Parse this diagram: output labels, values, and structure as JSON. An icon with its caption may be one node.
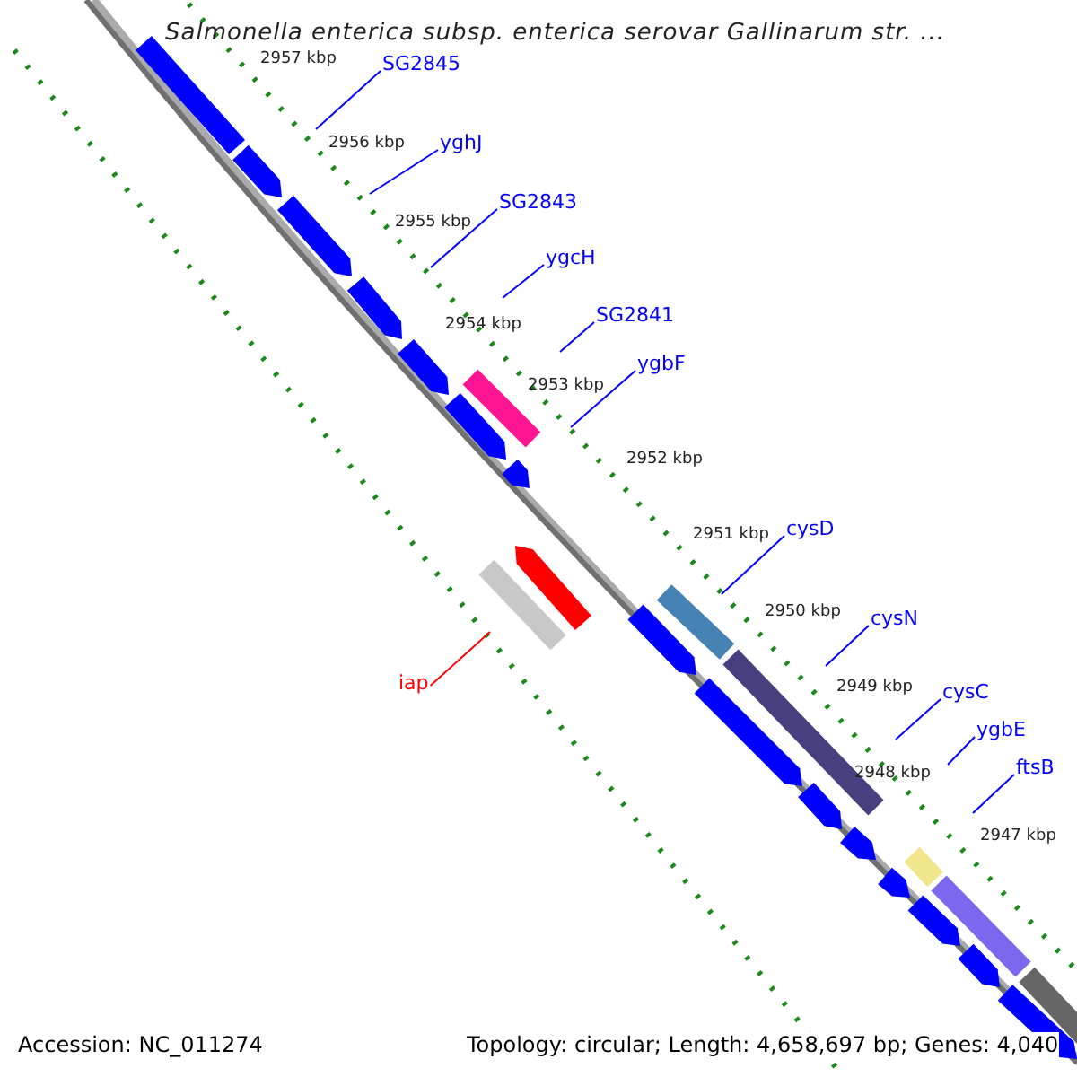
{
  "diagram": {
    "title": "Salmonella enterica subsp. enterica serovar Gallinarum str. ...",
    "nodes": [
      {
        "text": [
          "SG2845"
        ]
      },
      {
        "text": [
          "yghJ"
        ]
      },
      {
        "text": [
          "SG2843"
        ]
      },
      {
        "text": [
          "ygcH"
        ]
      },
      {
        "text": [
          "SG2841"
        ]
      },
      {
        "text": [
          "ygbF"
        ]
      },
      {
        "text": [
          "cysD"
        ]
      },
      {
        "text": [
          "cysN"
        ]
      },
      {
        "text": [
          "cysC"
        ]
      },
      {
        "text": [
          "ygbE"
        ]
      },
      {
        "text": [
          "ftsB"
        ]
      },
      {
        "text": [
          "iap"
        ]
      }
    ],
    "edges": [
      {
        "from": 0,
        "to": null,
        "arrow": "none"
      },
      {
        "from": 1,
        "to": null,
        "arrow": "none"
      },
      {
        "from": 2,
        "to": null,
        "arrow": "none"
      },
      {
        "from": 3,
        "to": null,
        "arrow": "none"
      },
      {
        "from": 4,
        "to": null,
        "arrow": "none"
      },
      {
        "from": 5,
        "to": null,
        "arrow": "none"
      },
      {
        "from": 6,
        "to": null,
        "arrow": "none"
      },
      {
        "from": 7,
        "to": null,
        "arrow": "none"
      },
      {
        "from": 8,
        "to": null,
        "arrow": "none"
      },
      {
        "from": 9,
        "to": null,
        "arrow": "none"
      },
      {
        "from": 10,
        "to": null,
        "arrow": "none"
      },
      {
        "from": 11,
        "to": null,
        "arrow": "none",
        "color": "#ff0000"
      }
    ],
    "labels": [
      "2957 kbp",
      "2956 kbp",
      "2955 kbp",
      "2954 kbp",
      "2953 kbp",
      "2952 kbp",
      "2951 kbp",
      "2950 kbp",
      "2949 kbp",
      "2948 kbp",
      "2947 kbp",
      "Accession: NC_011274",
      "Topology: circular; Length: 4,658,697 bp; Genes: 4,040"
    ]
  }
}
